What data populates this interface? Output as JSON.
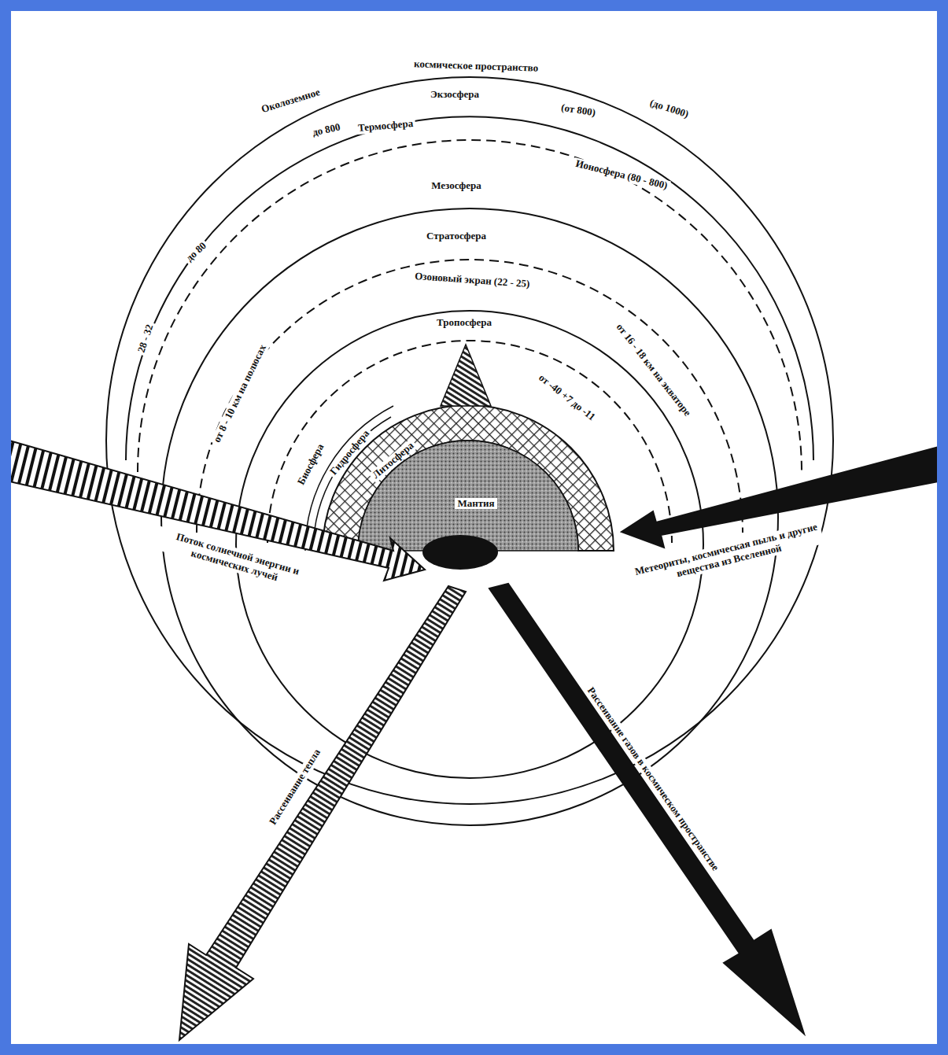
{
  "diagram": {
    "labels": [
      "Околоземное",
      "космическое пространство",
      "(до 1000)",
      "до 800",
      "Экзосфера",
      "(от 800)",
      "Термосфера",
      "Ионосфера (80 - 800)",
      "до 80",
      "Мезосфера",
      "Стратосфера",
      "Озоновый экран (22 - 25)",
      "от 16 - 18 км на экваторе",
      "от 8 - 10 км на полюсах",
      "28 - 32",
      "Тропосфера",
      "от -40 +7 до -11",
      "Биосфера",
      "Гидросфера",
      "Литосфера",
      "Мантия",
      "Поток солнечной энергии и космических лучей",
      "Метеориты, космическая пыль и другие вещества из Вселенной",
      "Рассеивание тепла",
      "Рассеивание газов в космическом пространстве"
    ]
  }
}
